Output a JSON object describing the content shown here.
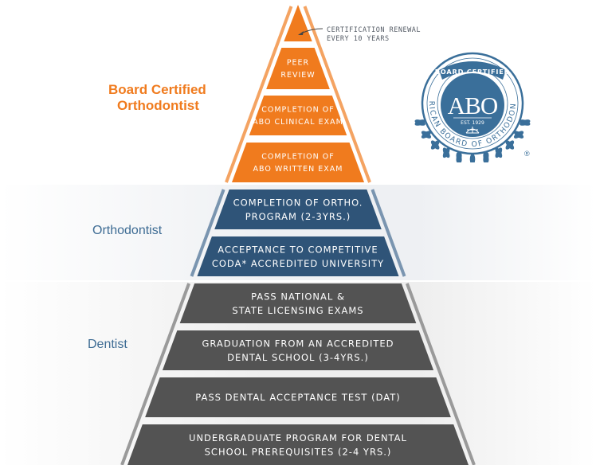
{
  "colors": {
    "orange": "#f07b1e",
    "blue": "#2f5478",
    "gray": "#535353",
    "blue_text": "#3e6c94"
  },
  "labels": {
    "board_certified": [
      "Board Certified",
      "Orthodontist"
    ],
    "orthodontist": "Orthodontist",
    "dentist": "Dentist"
  },
  "annotation": {
    "icon": "arrow-left-icon",
    "lines": [
      "CERTIFICATION RENEWAL",
      "EVERY 10 YEARS"
    ]
  },
  "seal": {
    "top_text": "BOARD CERTIFIED",
    "monogram": "ABO",
    "est": "EST. 1929",
    "ring_text": "AMERICAN BOARD OF ORTHODONTICS",
    "registered": "®",
    "icon": "laurel-wreath-icon"
  },
  "pyramid": [
    {
      "group": "board",
      "lines": []
    },
    {
      "group": "board",
      "lines": [
        "PEER",
        "REVIEW"
      ]
    },
    {
      "group": "board",
      "lines": [
        "COMPLETION OF",
        "ABO CLINICAL EXAM"
      ]
    },
    {
      "group": "board",
      "lines": [
        "COMPLETION OF",
        "ABO WRITTEN EXAM"
      ]
    },
    {
      "group": "ortho",
      "lines": [
        "COMPLETION OF ORTHO.",
        "PROGRAM (2-3YRS.)"
      ]
    },
    {
      "group": "ortho",
      "lines": [
        "ACCEPTANCE TO COMPETITIVE",
        "CODA* ACCREDITED UNIVERSITY"
      ]
    },
    {
      "group": "dentist",
      "lines": [
        "PASS NATIONAL &",
        "STATE LICENSING EXAMS"
      ]
    },
    {
      "group": "dentist",
      "lines": [
        "GRADUATION FROM AN ACCREDITED",
        "DENTAL SCHOOL (3-4YRS.)"
      ]
    },
    {
      "group": "dentist",
      "lines": [
        "PASS DENTAL ACCEPTANCE TEST (DAT)"
      ]
    },
    {
      "group": "dentist",
      "lines": [
        "UNDERGRADUATE PROGRAM FOR DENTAL",
        "SCHOOL PREREQUISITES (2-4 YRS.)"
      ]
    }
  ]
}
